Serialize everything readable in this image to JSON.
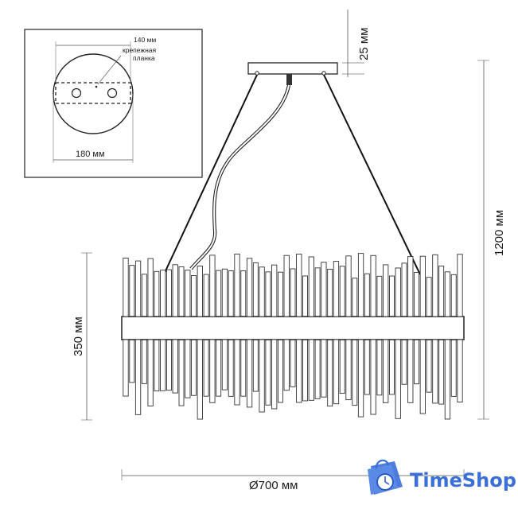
{
  "inset": {
    "width_label": "140 мм",
    "plate_label_line1": "крепежная",
    "plate_label_line2": "планка",
    "diameter_label": "180 мм"
  },
  "dimensions": {
    "canopy_height": "25 мм",
    "total_height": "1200 мм",
    "body_height": "350 мм",
    "diameter": "Ø700 мм"
  },
  "logo": {
    "text": "TimeShop",
    "color": "#3b6fd8"
  }
}
